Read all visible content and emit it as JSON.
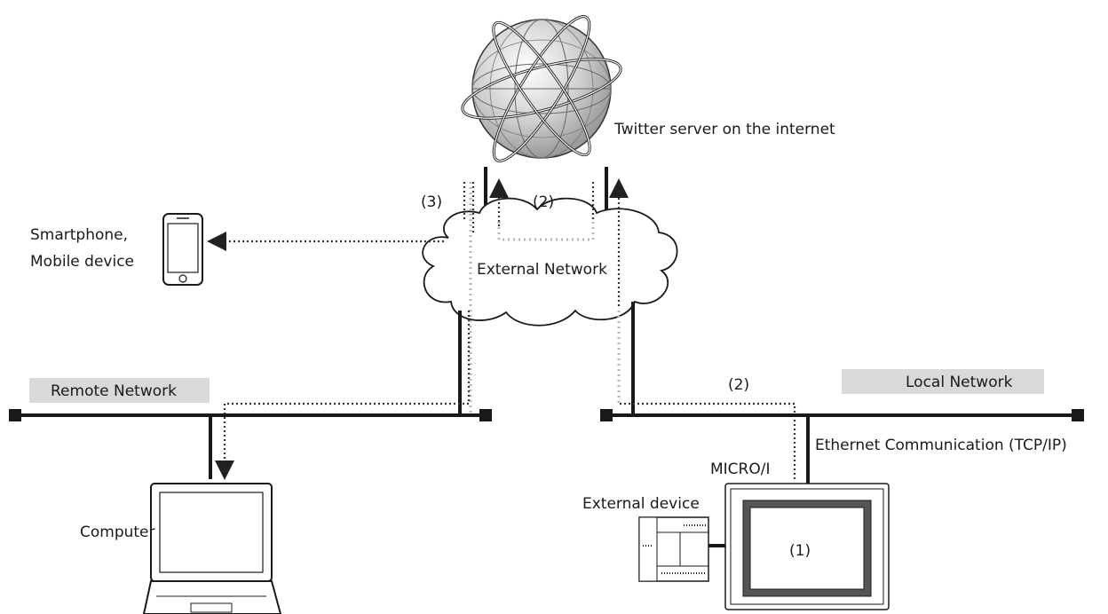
{
  "labels": {
    "twitter_server": "Twitter server on the internet",
    "external_network": "External Network",
    "remote_network": "Remote Network",
    "local_network": "Local Network",
    "smartphone_line1": "Smartphone,",
    "smartphone_line2": "Mobile device",
    "computer": "Computer",
    "external_device": "External device",
    "micro_i": "MICRO/I",
    "ethernet": "Ethernet Communication (TCP/IP)",
    "step1": "(1)",
    "step2_top": "(2)",
    "step2_local": "(2)",
    "step3": "(3)"
  },
  "colors": {
    "line": "#1a1a1a",
    "dotted_dark": "#333333",
    "dotted_light": "#b8b8b8",
    "label_box": "#d9d9d9",
    "globe": "#c8c8c8"
  }
}
